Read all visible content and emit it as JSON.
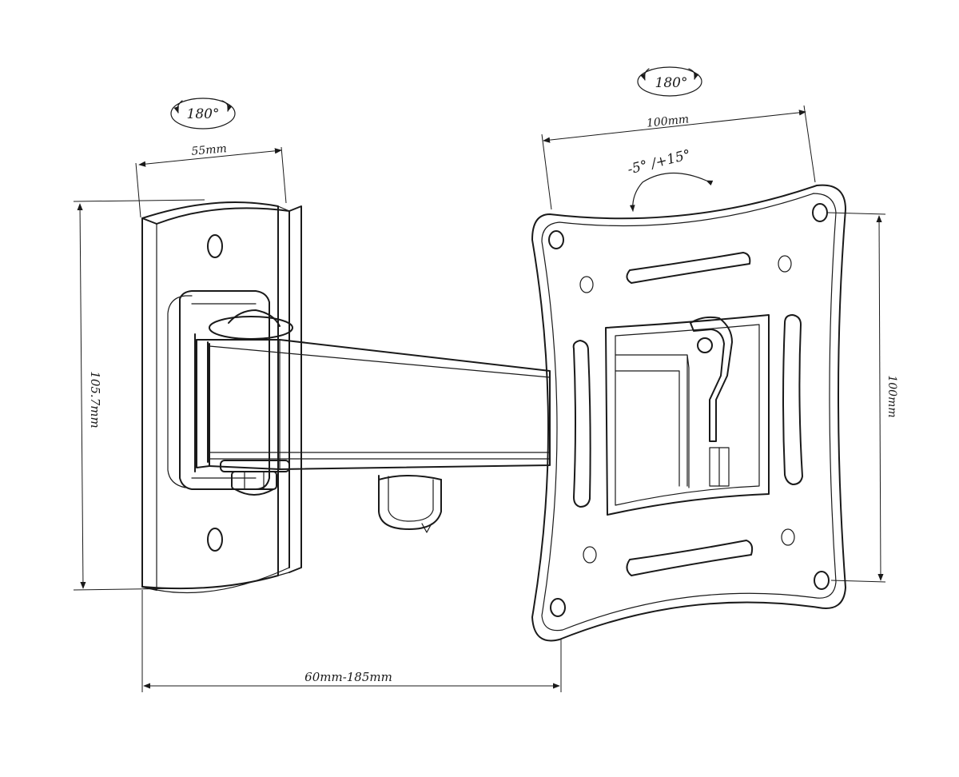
{
  "diagram": {
    "left_rotation": "180°",
    "right_rotation": "180°",
    "wall_plate_width": "55mm",
    "wall_plate_height": "105.7mm",
    "vesa_horizontal": "100mm",
    "vesa_vertical": "100mm",
    "tilt_range": "-5° /+15°",
    "extension_range": "60mm-185mm"
  },
  "colors": {
    "line": "#1a1a1a",
    "background": "#ffffff"
  }
}
